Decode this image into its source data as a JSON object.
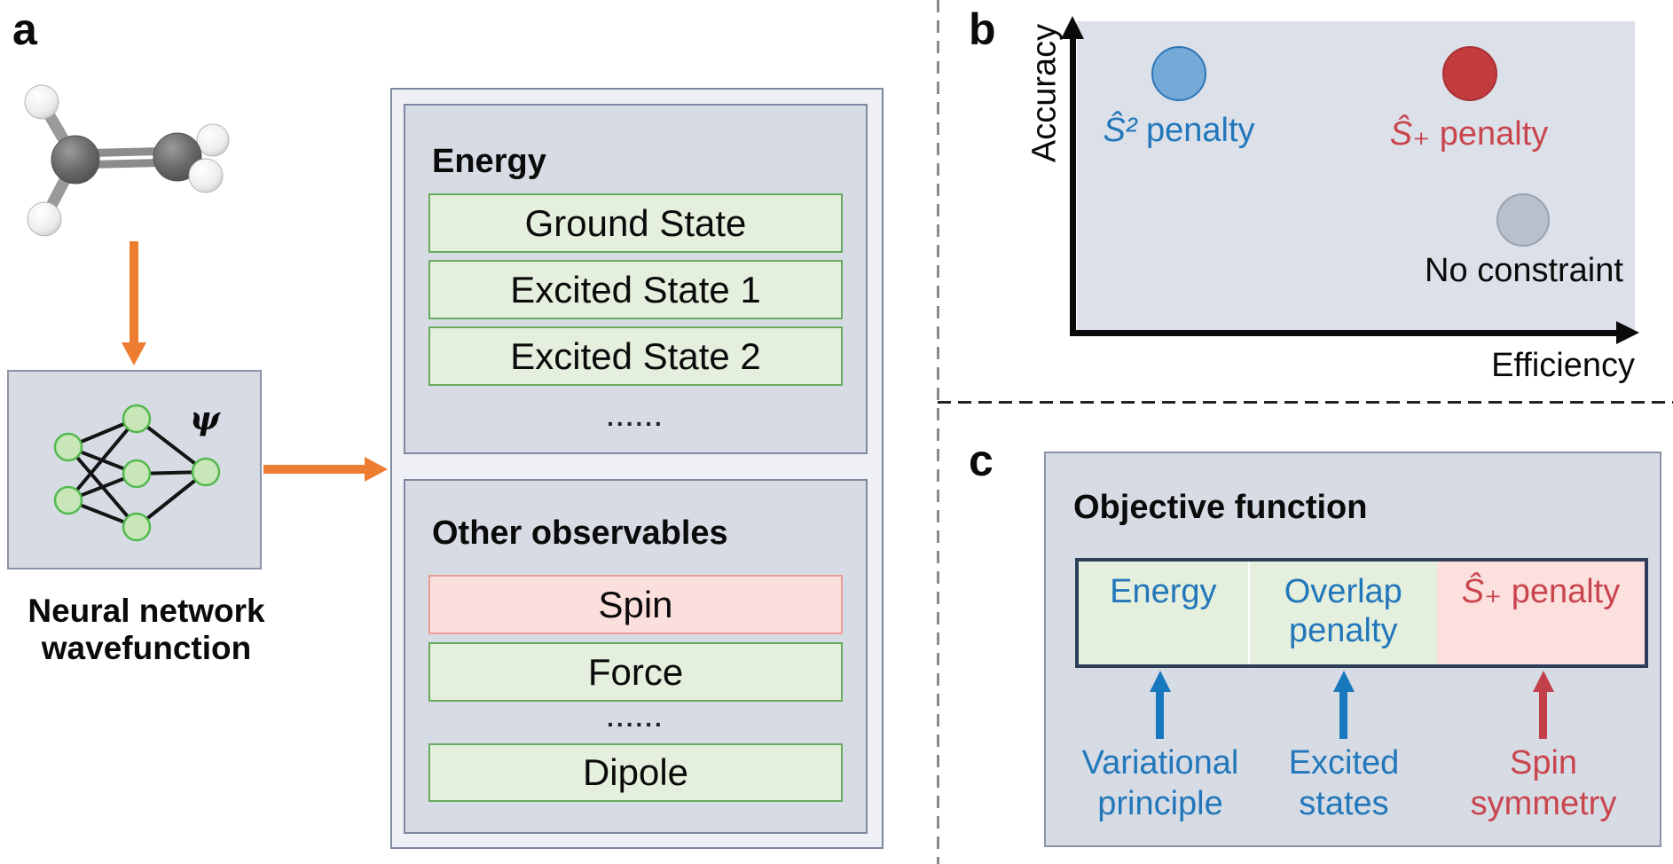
{
  "colors": {
    "accent_orange": "#ed7d31",
    "box_fill": "#d7dbe4",
    "outer_fill": "#eef0f5",
    "box_border": "#7e88a0",
    "green_fill": "#e4efdd",
    "green_border": "#68ab5e",
    "pink_fill": "#fbdfdc",
    "pink_border": "#e89d96",
    "blue_text": "#2277bb",
    "red_text": "#c9454e",
    "navy_border": "#2e3d59",
    "plot_bg": "#dce0e9"
  },
  "panel_a": {
    "label": "a",
    "psi": "ψ",
    "network_caption": {
      "line1": "Neural network",
      "line2": "wavefunction"
    },
    "energy_box": {
      "title": "Energy",
      "rows": [
        "Ground State",
        "Excited State 1",
        "Excited State 2"
      ],
      "ellipsis": "......"
    },
    "observables_box": {
      "title": "Other observables",
      "rows": [
        "Spin",
        "Force",
        "Dipole"
      ],
      "ellipsis": "......"
    }
  },
  "panel_b": {
    "label": "b",
    "y_axis_label": "Accuracy",
    "x_axis_label": "Efficiency",
    "points": [
      {
        "symbol": "Ŝ²",
        "text": "penalty",
        "fill": "#74a9d8",
        "stroke": "#2e75b6",
        "position": "high accuracy, low efficiency"
      },
      {
        "symbol": "Ŝ₊",
        "text": "penalty",
        "fill": "#c23b3d",
        "stroke": "#a93236",
        "position": "high accuracy, high efficiency"
      },
      {
        "label": "No constraint",
        "fill": "#b9bfcc",
        "stroke": "#9aa2b2",
        "position": "low accuracy, high efficiency"
      }
    ]
  },
  "panel_c": {
    "label": "c",
    "title": "Objective function",
    "bar": [
      {
        "label": "Energy",
        "style": "green"
      },
      {
        "label1": "Overlap",
        "label2": "penalty",
        "style": "green"
      },
      {
        "symbol": "Ŝ₊",
        "text": "penalty",
        "style": "pink"
      }
    ],
    "annotations": [
      {
        "line1": "Variational",
        "line2": "principle",
        "style": "blue"
      },
      {
        "line1": "Excited",
        "line2": "states",
        "style": "blue"
      },
      {
        "line1": "Spin",
        "line2": "symmetry",
        "style": "red"
      }
    ]
  }
}
